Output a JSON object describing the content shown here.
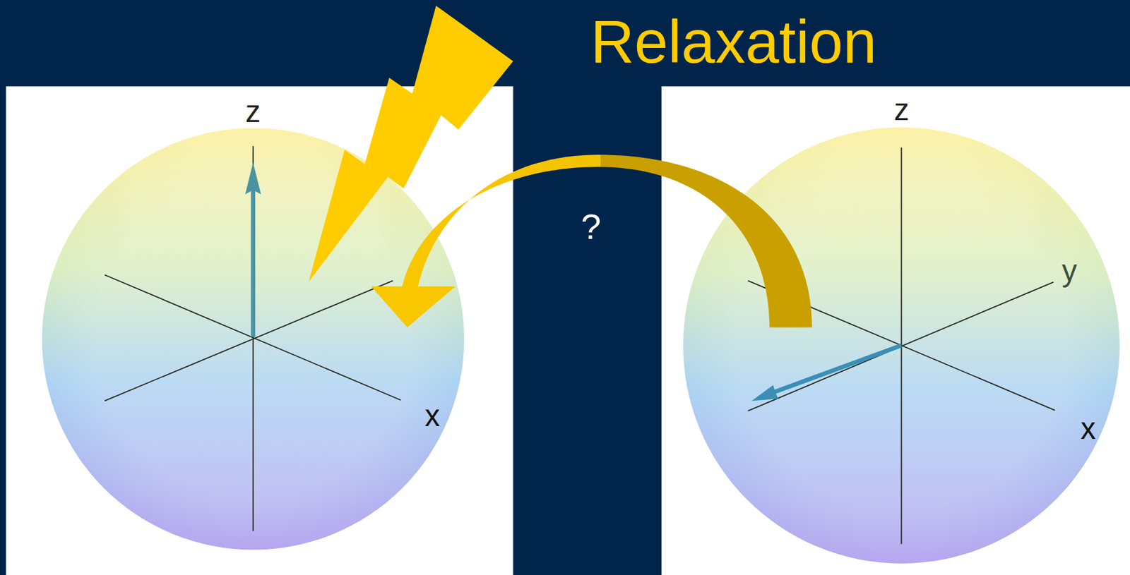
{
  "diagram": {
    "title": "Relaxation",
    "labels": [
      "z",
      "x",
      "?",
      "z",
      "y",
      "x"
    ]
  }
}
